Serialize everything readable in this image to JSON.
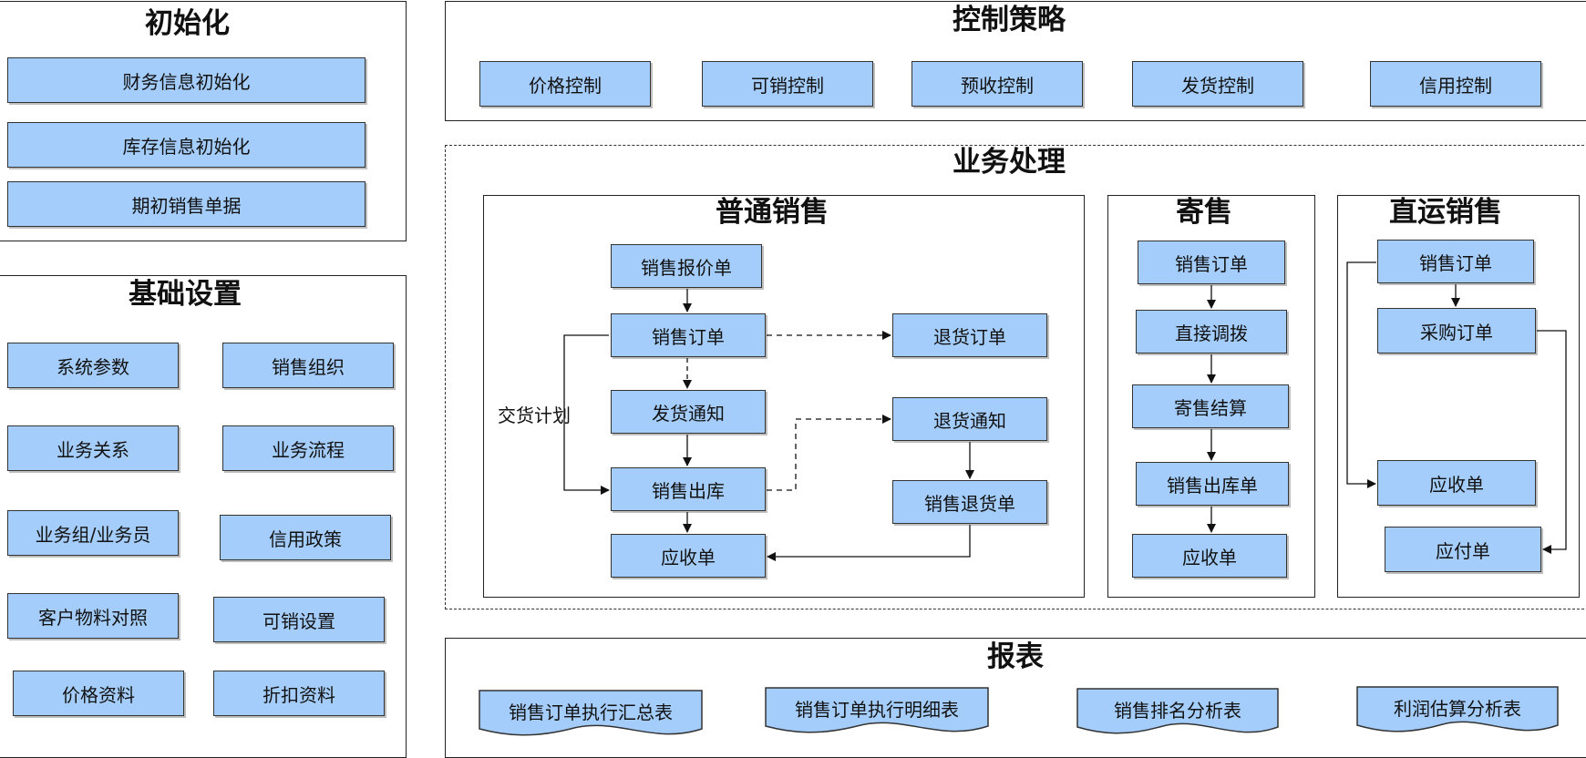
{
  "init": {
    "title": "初始化",
    "items": [
      "财务信息初始化",
      "库存信息初始化",
      "期初销售单据"
    ]
  },
  "basic": {
    "title": "基础设置",
    "items": [
      "系统参数",
      "销售组织",
      "业务关系",
      "业务流程",
      "业务组/业务员",
      "信用政策",
      "客户物料对照",
      "可销设置",
      "价格资料",
      "折扣资料"
    ]
  },
  "control": {
    "title": "控制策略",
    "items": [
      "价格控制",
      "可销控制",
      "预收控制",
      "发货控制",
      "信用控制"
    ]
  },
  "business": {
    "title": "业务处理",
    "normal": {
      "title": "普通销售",
      "quote": "销售报价单",
      "order": "销售订单",
      "notice": "发货通知",
      "outbound": "销售出库",
      "receivable": "应收单",
      "return_order": "退货订单",
      "return_notice": "退货通知",
      "return_doc": "销售退货单",
      "delivery_plan": "交货计划"
    },
    "consign": {
      "title": "寄售",
      "items": [
        "销售订单",
        "直接调拨",
        "寄售结算",
        "销售出库单",
        "应收单"
      ]
    },
    "direct": {
      "title": "直运销售",
      "order": "销售订单",
      "purchase": "采购订单",
      "receivable": "应收单",
      "payable": "应付单"
    }
  },
  "reports": {
    "title": "报表",
    "items": [
      "销售订单执行汇总表",
      "销售订单执行明细表",
      "销售排名分析表",
      "利润估算分析表"
    ]
  },
  "colors": {
    "box_fill": "#a4cdfb",
    "border": "#333333"
  }
}
